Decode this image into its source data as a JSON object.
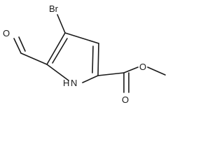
{
  "molecule": {
    "atoms": {
      "bromine": "Br",
      "aldehyde_oxygen": "O",
      "ring_nitrogen": "N",
      "ring_hydrogen": "H",
      "carbonyl_oxygen": "O",
      "ester_oxygen": "O"
    }
  }
}
